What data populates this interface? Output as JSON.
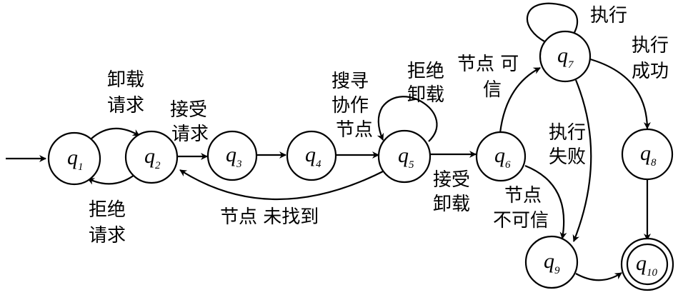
{
  "diagram": {
    "states": [
      {
        "id": "q1",
        "symbol": "q",
        "sub": "1"
      },
      {
        "id": "q2",
        "symbol": "q",
        "sub": "2"
      },
      {
        "id": "q3",
        "symbol": "q",
        "sub": "3"
      },
      {
        "id": "q4",
        "symbol": "q",
        "sub": "4"
      },
      {
        "id": "q5",
        "symbol": "q",
        "sub": "5"
      },
      {
        "id": "q6",
        "symbol": "q",
        "sub": "6"
      },
      {
        "id": "q7",
        "symbol": "q",
        "sub": "7"
      },
      {
        "id": "q8",
        "symbol": "q",
        "sub": "8"
      },
      {
        "id": "q9",
        "symbol": "q",
        "sub": "9"
      },
      {
        "id": "q10",
        "symbol": "q",
        "sub": "10",
        "accepting": true
      }
    ],
    "start_state": "q1",
    "transitions": [
      {
        "id": "t-q1-q2",
        "from": "q1",
        "to": "q2",
        "label": [
          "卸载",
          "请求"
        ]
      },
      {
        "id": "t-q2-q1",
        "from": "q2",
        "to": "q1",
        "label": [
          "拒绝",
          "请求"
        ]
      },
      {
        "id": "t-q2-q3",
        "from": "q2",
        "to": "q3",
        "label": [
          "接受",
          "请求"
        ]
      },
      {
        "id": "t-q3-q4",
        "from": "q3",
        "to": "q4",
        "label": []
      },
      {
        "id": "t-q4-q5",
        "from": "q4",
        "to": "q5",
        "label": [
          "搜寻",
          "协作",
          "节点"
        ]
      },
      {
        "id": "t-q5-q5",
        "from": "q5",
        "to": "q5",
        "label": [
          "拒绝",
          "卸载"
        ]
      },
      {
        "id": "t-q5-q2",
        "from": "q5",
        "to": "q2",
        "label": [
          "节点 未找到"
        ]
      },
      {
        "id": "t-q5-q6",
        "from": "q5",
        "to": "q6",
        "label": [
          "接受",
          "卸载"
        ]
      },
      {
        "id": "t-q6-q7",
        "from": "q6",
        "to": "q7",
        "label": [
          "节点 可",
          "信"
        ]
      },
      {
        "id": "t-q6-q9",
        "from": "q6",
        "to": "q9",
        "label": [
          "节点",
          "不可信"
        ]
      },
      {
        "id": "t-q7-q7",
        "from": "q7",
        "to": "q7",
        "label": [
          "执行"
        ]
      },
      {
        "id": "t-q7-q8",
        "from": "q7",
        "to": "q8",
        "label": [
          "执行",
          "成功"
        ]
      },
      {
        "id": "t-q7-q9",
        "from": "q7",
        "to": "q9",
        "label": [
          "执行",
          "失败"
        ]
      },
      {
        "id": "t-q8-q10",
        "from": "q8",
        "to": "q10",
        "label": []
      },
      {
        "id": "t-q9-q10",
        "from": "q9",
        "to": "q10",
        "label": []
      }
    ]
  }
}
